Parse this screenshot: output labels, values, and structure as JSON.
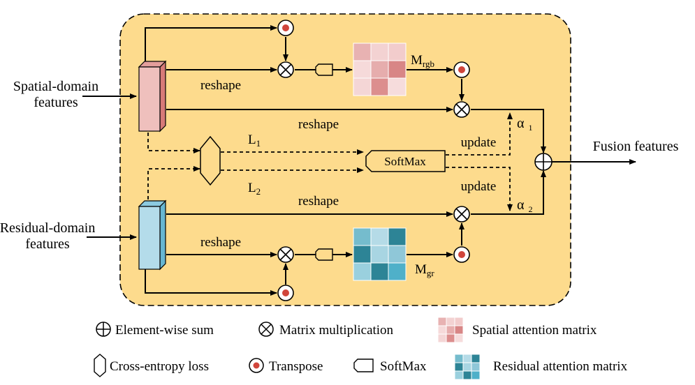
{
  "inputs": {
    "spatial": [
      "Spatial-domain",
      "features"
    ],
    "residual": [
      "Residual-domain",
      "features"
    ]
  },
  "output": "Fusion features",
  "labels": {
    "reshape": "reshape",
    "update": "update",
    "softmax": "SoftMax",
    "l1": "L",
    "l1_sub": "1",
    "l2": "L",
    "l2_sub": "2",
    "m_rgb": "M",
    "m_rgb_sub": "rgb",
    "m_gr": "M",
    "m_gr_sub": "gr",
    "alpha1": "α",
    "alpha1_sub": "1",
    "alpha2": "α",
    "alpha2_sub": "2"
  },
  "legend": {
    "sum": "Element-wise sum",
    "matmul": "Matrix multiplication",
    "spatial_matrix": "Spatial attention matrix",
    "ce_loss": "Cross-entropy loss",
    "transpose": "Transpose",
    "softmax": "SoftMax",
    "residual_matrix": "Residual attention matrix"
  },
  "colors": {
    "panel_fill": "#fddb8d",
    "spatial_block": "#efc0bd",
    "spatial_block_side": "#d77a78",
    "residual_block": "#b4dcea",
    "residual_block_side": "#67b6d2",
    "transpose_dot": "#d0453b",
    "spatial_matrix_cells": [
      "#e8b2b2",
      "#f3d2d2",
      "#f2cccc",
      "#f6dada",
      "#e6adad",
      "#d88686",
      "#f4d6d6",
      "#dc8e8e",
      "#f6dcdc"
    ],
    "residual_matrix_cells": [
      "#75bccd",
      "#b5dbe7",
      "#2d8496",
      "#2d8496",
      "#a8d5e2",
      "#8fc7d8",
      "#9ad0de",
      "#2d8496",
      "#4fb0c9"
    ]
  }
}
